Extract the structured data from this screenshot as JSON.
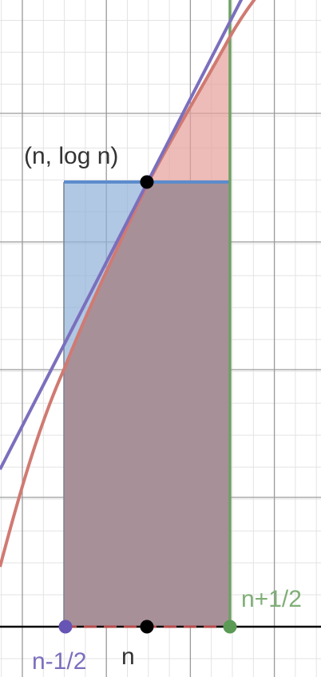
{
  "labels": {
    "point": "(n, log n)",
    "left_end": "n-1/2",
    "center": "n",
    "right_end": "n+1/2"
  },
  "colors": {
    "background": "#ffffff",
    "grid_minor": "#e3e3e3",
    "grid_major": "#9a9a9a",
    "axis": "#000000",
    "log_curve": "#d07a72",
    "tangent_line": "#7b6fbd",
    "vertical_line": "#6fa064",
    "horizontal_segment": "#5b8ccc",
    "rectangle_fill": "#8fb0d8",
    "area_fill": "#e6a09a",
    "overlap_fill": "#a89099",
    "dashed_segment": "#b74b4b",
    "point_fill": "#000000",
    "left_point": "#6655b5",
    "right_point": "#5a9a55",
    "text_dark": "#333333",
    "text_purple": "#7b6fbd",
    "text_green": "#7fae76"
  }
}
